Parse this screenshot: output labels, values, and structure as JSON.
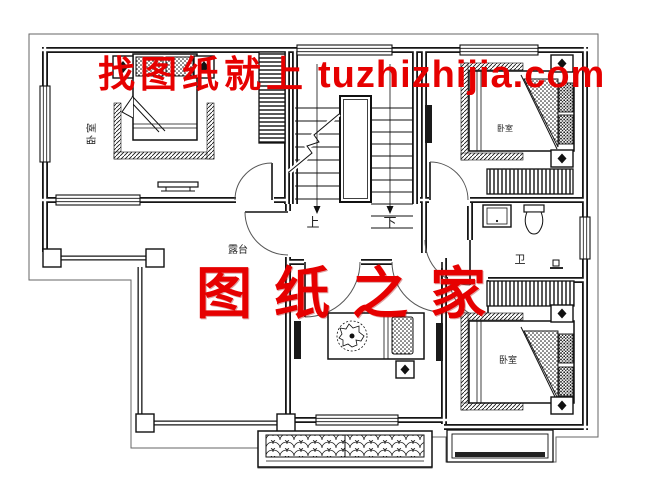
{
  "watermarks": {
    "top_cn": "找图纸就上",
    "top_latin": "tuzhizhijia.com",
    "center": "图纸之家",
    "color": "#e60000"
  },
  "rooms": {
    "bedroom_top_left": "卧室",
    "bedroom_top_right": "卧室",
    "bedroom_bottom_right": "卧室",
    "bathroom": "卫",
    "terrace": "露台"
  },
  "stairs": {
    "up": "上",
    "down": "下"
  },
  "palette": {
    "line": "#1a1a1a",
    "eave": "#666666",
    "background": "#ffffff",
    "watermark": "#e60000"
  }
}
